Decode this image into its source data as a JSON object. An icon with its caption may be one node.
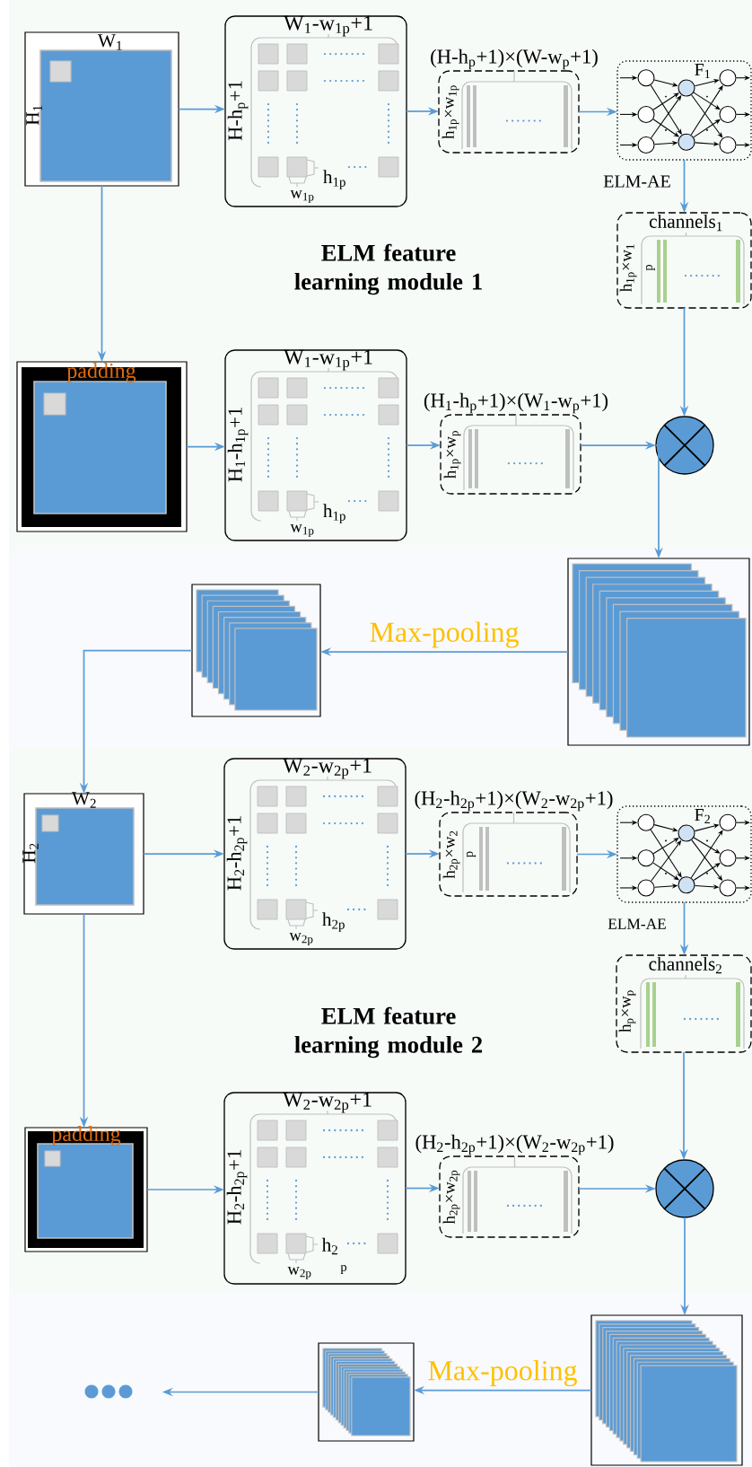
{
  "diagram": {
    "nodes": [
      {
        "text": [
          "W$_{1}$",
          "H$_{1}$"
        ]
      },
      {
        "text": [
          "W$_{1}$-w$_{1p}$+1",
          "H-h$_{p}$+1",
          "h$_{1p}$",
          "w$_{1p}$"
        ]
      },
      {
        "text": [
          "(H-h$_{p}$+1)×(W-w$_{p}$+1)",
          "h$_{1p}$×w$_{1p}$"
        ]
      },
      {
        "text": [
          "F$_{1}$"
        ],
        "beside": [
          "ELM-AE"
        ]
      },
      {
        "text": [
          "channels$_{1}$",
          "h$_{1p}$×w$_{1}$",
          "p"
        ]
      },
      {
        "text": [
          "padding"
        ]
      },
      {
        "text": [
          "W$_{1}$-w$_{1p}$+1",
          "H$_{1}$-h$_{1p}$+1",
          "h$_{1p}$",
          "w$_{1p}$"
        ]
      },
      {
        "text": [
          "(H$_{1}$-h$_{p}$+1)×(W$_{1}$-w$_{p}$+1)",
          "h$_{1p}$×w$_{p}$"
        ]
      },
      {
        "text": [],
        "shape": "circle"
      },
      {
        "text": [],
        "shape": "box"
      },
      {
        "text": [],
        "shape": "box"
      },
      {
        "text": [
          "W$_{2}$",
          "H$_{2}$"
        ]
      },
      {
        "text": [
          "W$_{2}$-w$_{2p}$+1",
          "H$_{2}$-h$_{2p}$+1",
          "h$_{2p}$",
          "w$_{2p}$"
        ]
      },
      {
        "text": [
          "(H$_{2}$-h$_{2p}$+1)×(W$_{2}$-w$_{2p}$+1)",
          "h$_{2p}$×w$_{2}$",
          "p"
        ]
      },
      {
        "text": [
          "F$_{2}$"
        ],
        "beside": [
          "ELM-AE"
        ]
      },
      {
        "text": [
          "channels$_{2}$",
          "h$_{p}$×w$_{p}$"
        ]
      },
      {
        "text": [
          "padding"
        ]
      },
      {
        "text": [
          "W$_{2}$-w$_{2p}$+1",
          "H$_{2}$-h$_{2p}$+1",
          "h$_{2}$",
          "p",
          "w$_{2p}$"
        ]
      },
      {
        "text": [
          "(H$_{2}$-h$_{2p}$+1)×(W$_{2}$-w$_{2p}$+1)",
          "h$_{2p}$×w$_{2p}$"
        ]
      },
      {
        "text": [],
        "shape": "circle"
      },
      {
        "text": [],
        "shape": "box"
      },
      {
        "text": [],
        "shape": "box"
      },
      {
        "text": [],
        "shape": "circle"
      }
    ],
    "edges": [
      {
        "from": 0,
        "to": 1,
        "arrow": "to"
      },
      {
        "from": 1,
        "to": 2,
        "arrow": "to"
      },
      {
        "from": 2,
        "to": 3,
        "arrow": "to"
      },
      {
        "from": 3,
        "to": 4,
        "arrow": "to"
      },
      {
        "from": 4,
        "to": 8,
        "arrow": "to"
      },
      {
        "from": 0,
        "to": 5,
        "arrow": "to"
      },
      {
        "from": 5,
        "to": 6,
        "arrow": "to"
      },
      {
        "from": 6,
        "to": 7,
        "arrow": "to"
      },
      {
        "from": 7,
        "to": 8,
        "arrow": "to"
      },
      {
        "from": 8,
        "to": 9,
        "arrow": "to"
      },
      {
        "from": 9,
        "to": 10,
        "arrow": "to",
        "label": "Max-pooling"
      },
      {
        "from": 10,
        "to": 11,
        "arrow": "to"
      },
      {
        "from": 11,
        "to": 12,
        "arrow": "to"
      },
      {
        "from": 12,
        "to": 13,
        "arrow": "to"
      },
      {
        "from": 13,
        "to": 14,
        "arrow": "to"
      },
      {
        "from": 14,
        "to": 15,
        "arrow": "to"
      },
      {
        "from": 15,
        "to": 19,
        "arrow": "to"
      },
      {
        "from": 11,
        "to": 16,
        "arrow": "to"
      },
      {
        "from": 16,
        "to": 17,
        "arrow": "to"
      },
      {
        "from": 17,
        "to": 18,
        "arrow": "to"
      },
      {
        "from": 18,
        "to": 19,
        "arrow": "to"
      },
      {
        "from": 19,
        "to": 20,
        "arrow": "to"
      },
      {
        "from": 20,
        "to": 21,
        "arrow": "to",
        "label": "Max-pooling"
      },
      {
        "from": 21,
        "to": 22,
        "arrow": "to"
      }
    ],
    "labels": [
      "ELM feature learning module 1",
      "ELM feature learning module 2"
    ]
  }
}
